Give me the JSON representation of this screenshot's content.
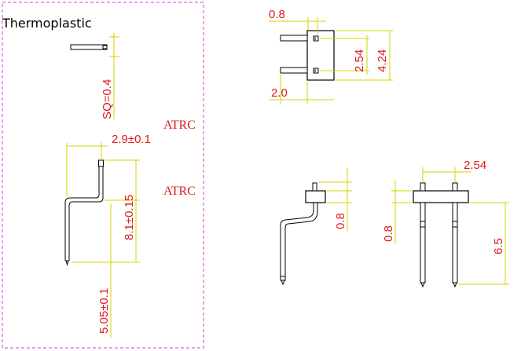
{
  "title": "Thermoplastic",
  "watermark": "ATRC",
  "dims": {
    "sq": "SQ=0.4",
    "offset": "2.9±0.1",
    "length_top": "8.1±0.15",
    "length_bottom": "5.05±0.1",
    "top_pin_width": "0.8",
    "pitch": "2.54",
    "body_height": "4.24",
    "side_pin_length": "2.0",
    "side_body_height": "0.8",
    "front_body_height": "0.8",
    "front_pitch": "2.54",
    "front_pin_length": "6.5"
  },
  "colors": {
    "dimension_text": "#e01818",
    "dimension_line": "#d4d400",
    "frame": "#cc44cc"
  }
}
